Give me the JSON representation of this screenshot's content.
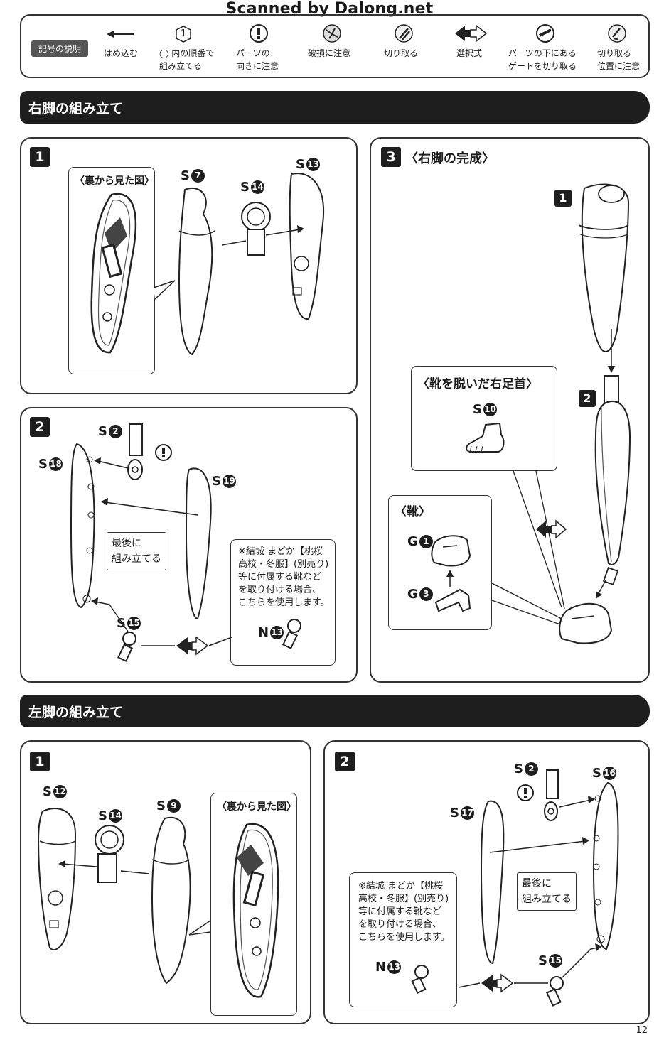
{
  "watermark": "Scanned by Dalong.net",
  "legend": {
    "title": "記号の説明",
    "items": [
      {
        "icon": "insert-arrow-icon",
        "lines": [
          "はめ込む"
        ]
      },
      {
        "icon": "hexagon-order-icon",
        "symbol": "1",
        "lines": [
          "◯ 内の順番で",
          "組み立てる"
        ]
      },
      {
        "icon": "exclamation-icon",
        "lines": [
          "パーツの",
          "向きに注意"
        ]
      },
      {
        "icon": "breakage-warning-icon",
        "lines": [
          "破損に注意"
        ]
      },
      {
        "icon": "cut-nipper-icon",
        "lines": [
          "切り取る"
        ]
      },
      {
        "icon": "double-arrow-icon",
        "lines": [
          "選択式"
        ]
      },
      {
        "icon": "gate-cut-icon",
        "lines": [
          "パーツの下にある",
          "ゲートを切り取る"
        ]
      },
      {
        "icon": "cut-position-icon",
        "lines": [
          "切り取る",
          "位置に注意"
        ]
      }
    ]
  },
  "right_leg": {
    "section_title": "右脚の組み立て",
    "step1": {
      "number": "1",
      "back_view_title": "〈裏から見た図〉",
      "parts": [
        {
          "prefix": "S",
          "num": "7"
        },
        {
          "prefix": "S",
          "num": "14"
        },
        {
          "prefix": "S",
          "num": "13"
        }
      ]
    },
    "step2": {
      "number": "2",
      "parts": [
        {
          "prefix": "S",
          "num": "2"
        },
        {
          "prefix": "S",
          "num": "18"
        },
        {
          "prefix": "S",
          "num": "19"
        },
        {
          "prefix": "S",
          "num": "15"
        },
        {
          "prefix": "N",
          "num": "13"
        }
      ],
      "callout": [
        "最後に",
        "組み立てる"
      ],
      "note": [
        "※結城 まどか【桃桜",
        "高校・冬服】(別売り)",
        "等に付属する靴など",
        "を取り付ける場合、",
        "こちらを使用します。"
      ]
    },
    "step3": {
      "number": "3",
      "title": "〈右脚の完成〉",
      "sub1": "1",
      "sub2": "2",
      "barefoot_title": "〈靴を脱いだ右足首〉",
      "barefoot_part": {
        "prefix": "S",
        "num": "10"
      },
      "shoe_title": "〈靴〉",
      "shoe_parts": [
        {
          "prefix": "G",
          "num": "1"
        },
        {
          "prefix": "G",
          "num": "3"
        }
      ]
    }
  },
  "left_leg": {
    "section_title": "左脚の組み立て",
    "step1": {
      "number": "1",
      "back_view_title": "〈裏から見た図〉",
      "parts": [
        {
          "prefix": "S",
          "num": "12"
        },
        {
          "prefix": "S",
          "num": "14"
        },
        {
          "prefix": "S",
          "num": "9"
        }
      ]
    },
    "step2": {
      "number": "2",
      "parts": [
        {
          "prefix": "S",
          "num": "2"
        },
        {
          "prefix": "S",
          "num": "16"
        },
        {
          "prefix": "S",
          "num": "17"
        },
        {
          "prefix": "S",
          "num": "15"
        },
        {
          "prefix": "N",
          "num": "13"
        }
      ],
      "callout": [
        "最後に",
        "組み立てる"
      ],
      "note": [
        "※結城 まどか【桃桜",
        "高校・冬服】(別売り)",
        "等に付属する靴など",
        "を取り付ける場合、",
        "こちらを使用します。"
      ]
    }
  },
  "page_number": "12"
}
